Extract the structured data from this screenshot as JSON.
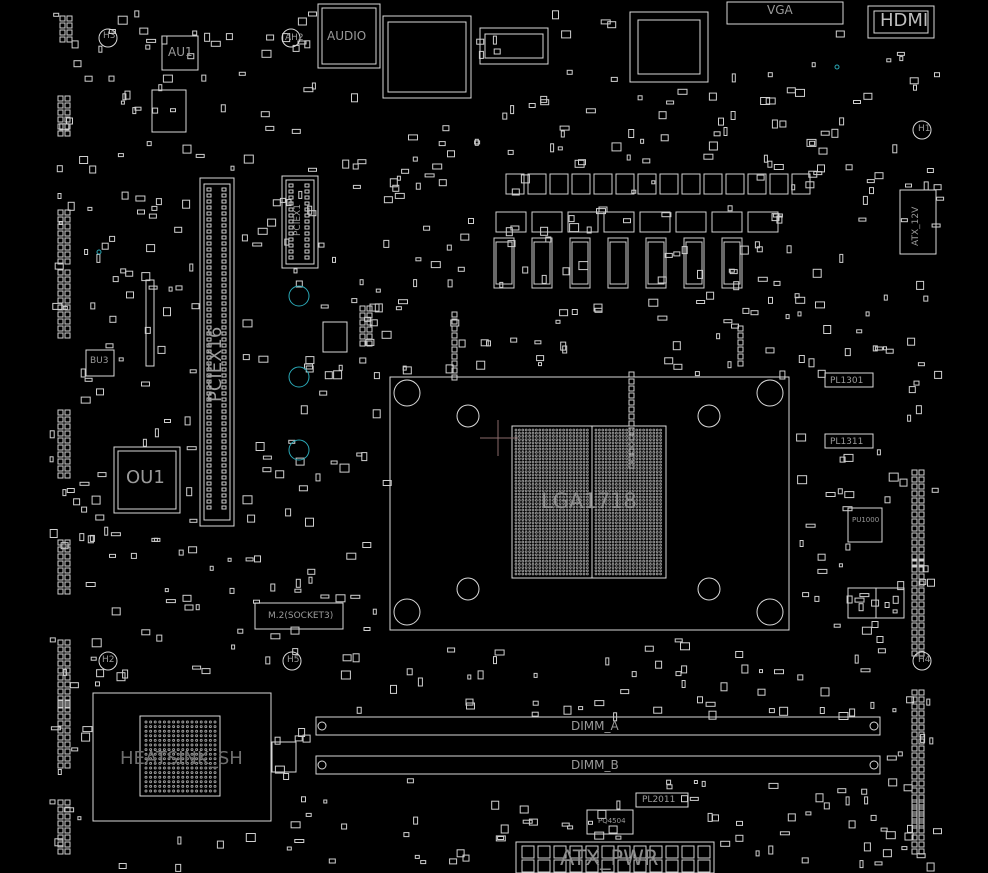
{
  "board": {
    "background": "#000000",
    "line_color": "#d9d9d9",
    "pad_color": "#cfcfcf",
    "marker_color": "#8a6a6a",
    "hole_color": "#2aa7b5"
  },
  "labels": {
    "hdmi": "HDMI",
    "vga": "VGA",
    "audio": "AUDIO",
    "au1": "AU1",
    "ah2": "AH2",
    "h3": "H3",
    "h1": "H1",
    "h2": "H2",
    "h4": "H4",
    "h5": "H5",
    "atx12v": "ATX_12V",
    "pciex16": "PCIEX16",
    "pciex1": "PCIEX1",
    "bu3": "BU3",
    "ou1": "OU1",
    "lga": "LGA1718",
    "dimm_a": "DIMM_A",
    "dimm_b": "DIMM_B",
    "atx_pwr": "ATX_PWR",
    "heatsink": "HEATSINK_SH",
    "m2": "M.2(SOCKET3)",
    "pl1301": "PL1301",
    "pl1311": "PL1311",
    "pl2011": "PL2011",
    "pq4504": "PQ4504",
    "pu1000": "PU1000"
  }
}
